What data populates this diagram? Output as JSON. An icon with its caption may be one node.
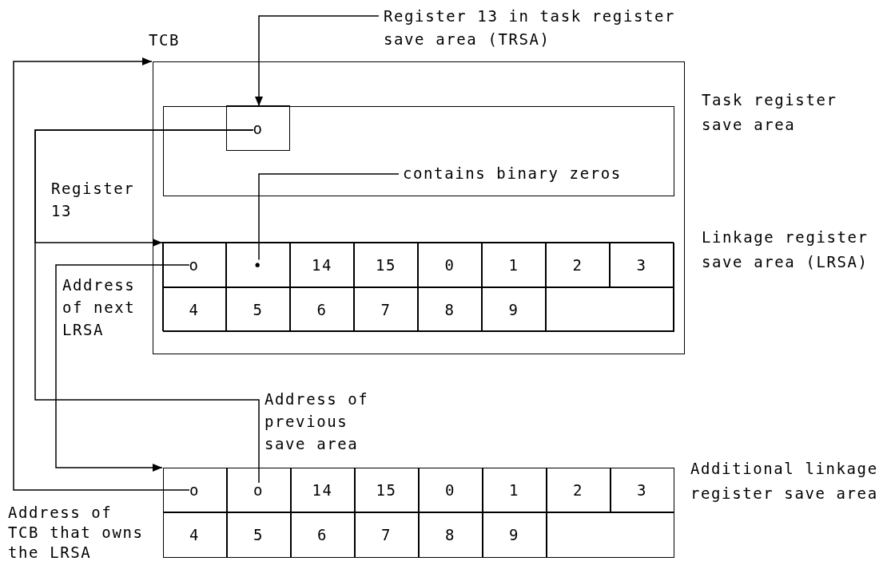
{
  "diagram": {
    "nodes": [
      {
        "text": [
          "TCB"
        ]
      },
      {
        "text": [],
        "shape": "box",
        "in": 0,
        "beside": [
          "Task register save area"
        ]
      },
      {
        "text": [
          "o"
        ],
        "in": 1
      },
      {
        "text": [],
        "shape": "box",
        "in": 0,
        "beside": [
          "Linkage register save area (LRSA)"
        ]
      },
      {
        "text": [
          "o"
        ],
        "in": 3
      },
      {
        "text": [
          "•"
        ],
        "in": 3
      },
      {
        "text": [
          "14"
        ],
        "in": 3
      },
      {
        "text": [
          "15"
        ],
        "in": 3
      },
      {
        "text": [
          "0"
        ],
        "in": 3
      },
      {
        "text": [
          "1"
        ],
        "in": 3
      },
      {
        "text": [
          "2"
        ],
        "in": 3
      },
      {
        "text": [
          "3"
        ],
        "in": 3
      },
      {
        "text": [
          "4"
        ],
        "in": 3
      },
      {
        "text": [
          "5"
        ],
        "in": 3
      },
      {
        "text": [
          "6"
        ],
        "in": 3
      },
      {
        "text": [
          "7"
        ],
        "in": 3
      },
      {
        "text": [
          "8"
        ],
        "in": 3
      },
      {
        "text": [
          "9"
        ],
        "in": 3
      },
      {
        "text": [],
        "shape": "box",
        "in": 3
      },
      {
        "text": [],
        "shape": "box",
        "beside": [
          "Additional linkage register save area"
        ]
      },
      {
        "text": [
          "o"
        ],
        "in": 19
      },
      {
        "text": [
          "o"
        ],
        "in": 19
      },
      {
        "text": [
          "14"
        ],
        "in": 19
      },
      {
        "text": [
          "15"
        ],
        "in": 19
      },
      {
        "text": [
          "0"
        ],
        "in": 19
      },
      {
        "text": [
          "1"
        ],
        "in": 19
      },
      {
        "text": [
          "2"
        ],
        "in": 19
      },
      {
        "text": [
          "3"
        ],
        "in": 19
      },
      {
        "text": [
          "4"
        ],
        "in": 19
      },
      {
        "text": [
          "5"
        ],
        "in": 19
      },
      {
        "text": [
          "6"
        ],
        "in": 19
      },
      {
        "text": [
          "7"
        ],
        "in": 19
      },
      {
        "text": [
          "8"
        ],
        "in": 19
      },
      {
        "text": [
          "9"
        ],
        "in": 19
      },
      {
        "text": [],
        "shape": "box",
        "in": 19
      },
      {
        "text": [
          "Register 13 in task register save area (TRSA)"
        ]
      },
      {
        "text": [
          "contains binary zeros"
        ],
        "in": 1
      }
    ],
    "edges": [
      {
        "from": 35,
        "to": 2,
        "arrow": "to"
      },
      {
        "from": 36,
        "to": 5,
        "arrow": "none"
      },
      {
        "from": 2,
        "to": 3,
        "arrow": "to",
        "label": "Register 13"
      },
      {
        "from": 2,
        "to": 21,
        "arrow": "none",
        "label": "Address of previous save area"
      },
      {
        "from": 4,
        "to": 19,
        "arrow": "to",
        "label": "Address of next LRSA"
      },
      {
        "from": 20,
        "to": 0,
        "arrow": "to",
        "label": "Address of TCB that owns the LRSA"
      }
    ]
  }
}
